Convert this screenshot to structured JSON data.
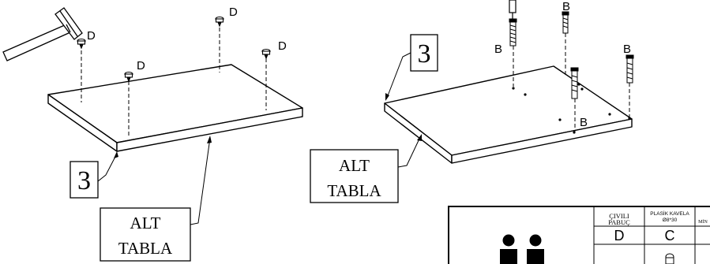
{
  "left_assembly": {
    "part_letter": "D",
    "panel_number": "3",
    "panel_label_line1": "ALT",
    "panel_label_line2": "TABLA"
  },
  "right_assembly": {
    "part_letter": "B",
    "panel_number": "3",
    "panel_label_line1": "ALT",
    "panel_label_line2": "TABLA"
  },
  "parts_table": {
    "columns": [
      {
        "header": "ÇIVILI PABUÇ",
        "letter": "D"
      },
      {
        "header": "PLASİK KAVELA Ø8*30",
        "letter": "C"
      },
      {
        "header": "MİN",
        "letter": ""
      }
    ]
  }
}
